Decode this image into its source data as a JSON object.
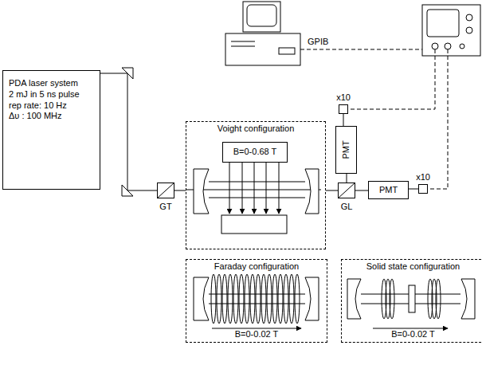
{
  "diagram": {
    "nodes": [
      {
        "text": [
          "PDA laser system",
          "2 mJ in 5 ns pulse",
          "rep rate: 10 Hz",
          "Δυ : 100 MHz"
        ]
      },
      {
        "text": [
          "GT"
        ]
      },
      {
        "text": [
          "Voight configuration"
        ]
      },
      {
        "text": [
          "B=0-0.68 T"
        ],
        "in": 2
      },
      {
        "text": [
          "x10"
        ]
      },
      {
        "text": [
          "PMT"
        ]
      },
      {
        "text": [
          "GL"
        ]
      },
      {
        "text": [
          "PMT"
        ]
      },
      {
        "text": [
          "x10"
        ]
      },
      {
        "text": [
          "Faraday configuration",
          "B=0-0.02 T"
        ]
      },
      {
        "text": [
          "Solid state configuration",
          "B=0-0.02 T"
        ]
      }
    ],
    "edges": [
      {
        "from": 0,
        "to": 1,
        "arrow": "none"
      },
      {
        "from": 1,
        "to": 2,
        "arrow": "none"
      },
      {
        "from": 2,
        "to": 6,
        "arrow": "none"
      },
      {
        "from": 6,
        "to": 5,
        "arrow": "none"
      },
      {
        "from": 5,
        "to": 4,
        "arrow": "none"
      },
      {
        "from": 6,
        "to": 7,
        "arrow": "none"
      },
      {
        "from": 7,
        "to": 8,
        "arrow": "none"
      }
    ],
    "labels": [
      "GPIB"
    ]
  }
}
